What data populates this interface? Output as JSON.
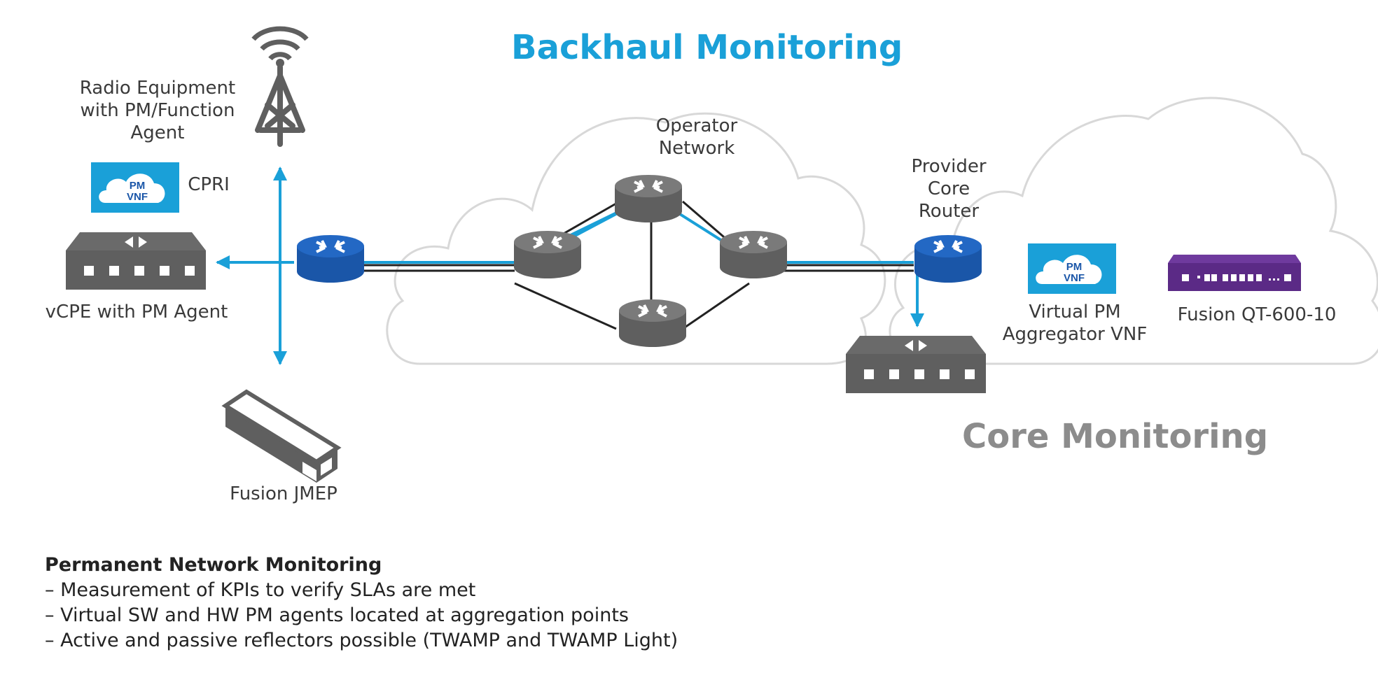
{
  "diagram": {
    "title_backhaul": "Backhaul Monitoring",
    "title_core": "Core Monitoring",
    "labels": {
      "radio": "Radio Equipment\nwith PM/Function\nAgent",
      "cpri": "CPRI",
      "vcpe": "vCPE with PM Agent",
      "jmep": "Fusion JMEP",
      "operator": "Operator\nNetwork",
      "provider": "Provider\nCore\nRouter",
      "vpm": "Virtual PM\nAggregator VNF",
      "qt": "Fusion QT-600-10"
    },
    "vnf_badge": {
      "line1": "PM",
      "line2": "VNF"
    }
  },
  "notes": {
    "title": "Permanent Network Monitoring",
    "items": [
      "– Measurement of KPIs to verify SLAs are met",
      "– Virtual SW and HW PM agents located at aggregation points",
      "– Active and passive reflectors possible (TWAMP and TWAMP Light)"
    ]
  },
  "colors": {
    "accent_blue": "#1aa0d8",
    "router_blue": "#1a56a8",
    "device_gray": "#5f5f5f",
    "cloud_outline": "#d8d8d8",
    "qt_purple": "#5b2a86"
  }
}
